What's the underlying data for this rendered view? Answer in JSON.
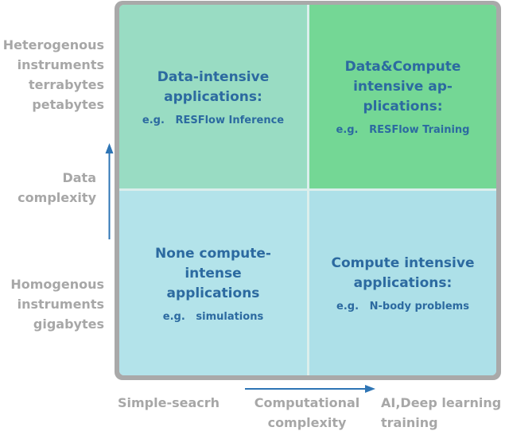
{
  "colors": {
    "frame": "#a9a9a9",
    "gap": "#dbeeec",
    "quad_tl_bg": "#99dcc3",
    "quad_tr_bg": "#74d795",
    "quad_bl_bg": "#b3e3ea",
    "quad_br_bg": "#ade0e8",
    "heading_text": "#2c6aa0",
    "axis_label_text": "#a7a7a7",
    "arrow": "#2e75b5"
  },
  "quadrants": {
    "top_left": {
      "title": "Data-intensive\napplications:",
      "example": "e.g.   RESFlow Inference"
    },
    "top_right": {
      "title": "Data&Compute\nintensive ap-\nplications:",
      "example": "e.g.   RESFlow Training"
    },
    "bottom_left": {
      "title": "None compute-\nintense\napplications",
      "example": "e.g.   simulations"
    },
    "bottom_right": {
      "title": "Compute intensive\napplications:",
      "example": "e.g.   N-body problems"
    }
  },
  "y_axis": {
    "high_label": "Heterogenous\ninstruments\nterrabytes\npetabytes",
    "axis_title": "Data\ncomplexity",
    "low_label": "Homogenous\ninstruments\ngigabytes"
  },
  "x_axis": {
    "low_label": "Simple-seacrh",
    "axis_title": "Computational\ncomplexity",
    "high_label": "AI,Deep learning\ntraining"
  }
}
